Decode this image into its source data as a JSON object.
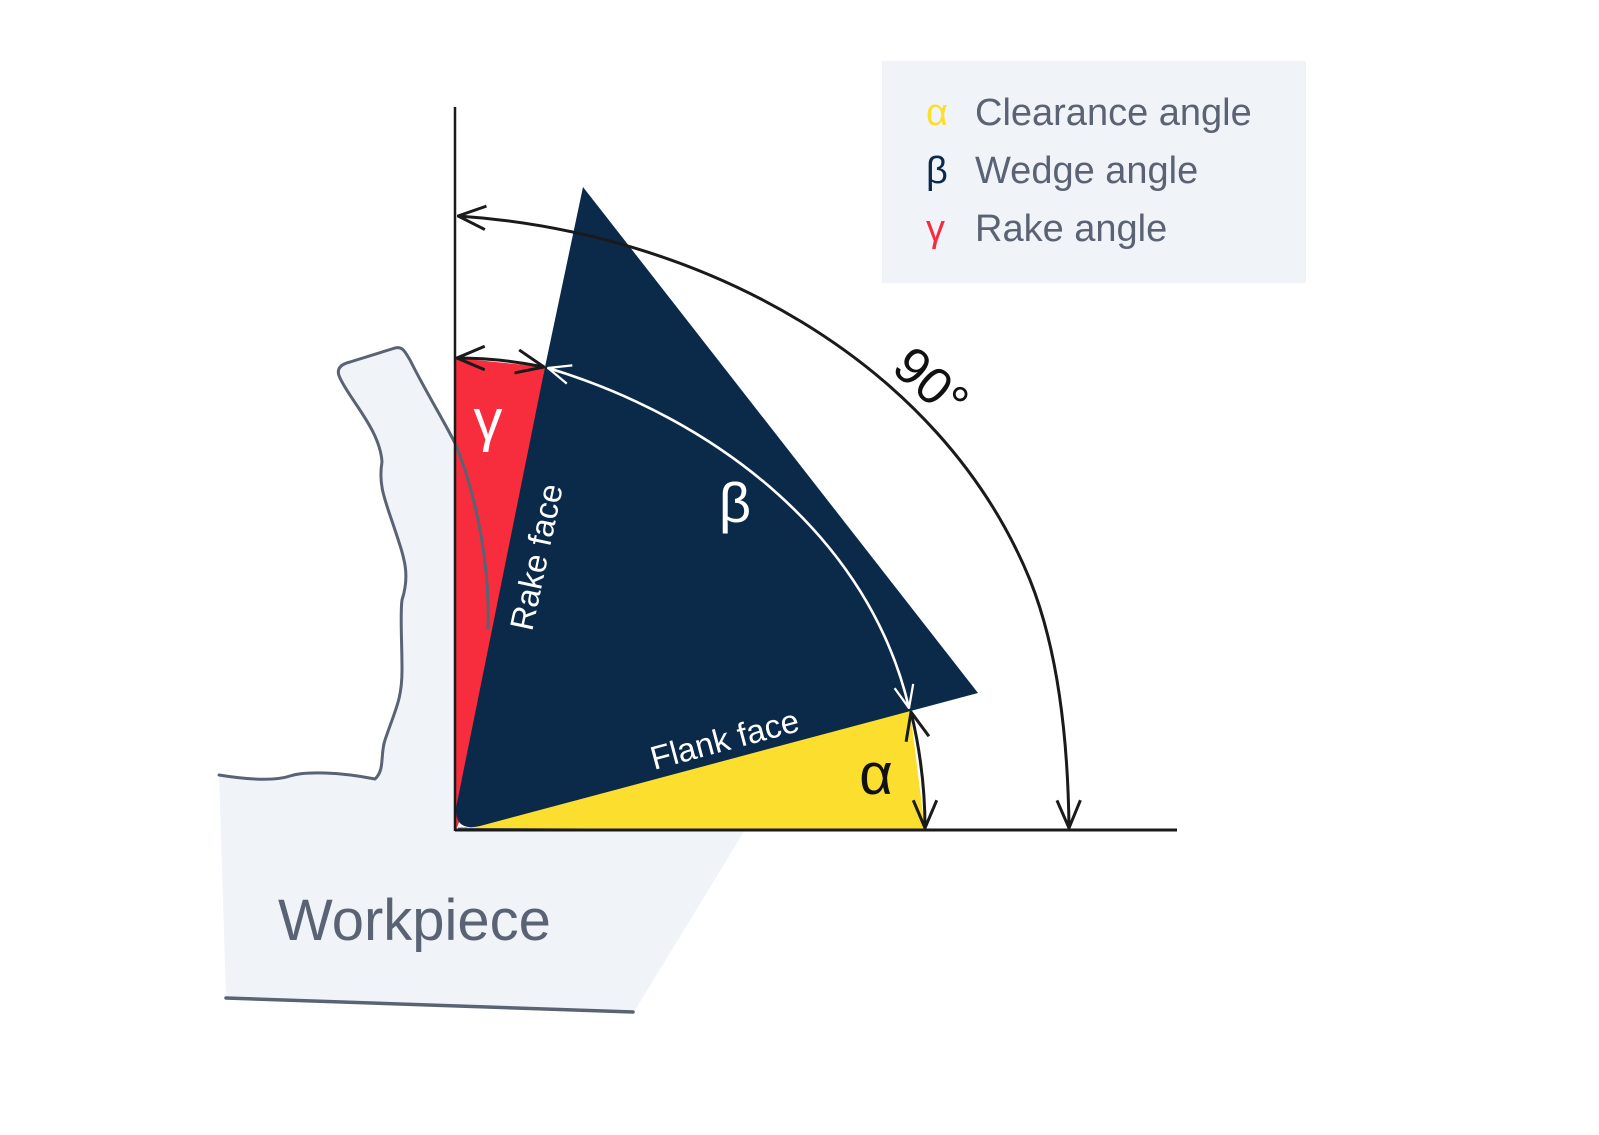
{
  "legend": {
    "items": [
      {
        "symbol": "α",
        "label": "Clearance angle",
        "color": "#fcdf2e"
      },
      {
        "symbol": "β",
        "label": "Wedge angle",
        "color": "#0b2a4a"
      },
      {
        "symbol": "γ",
        "label": "Rake angle",
        "color": "#f72c3c"
      }
    ],
    "background": "#f0f4f8",
    "text_color": "#5a6374"
  },
  "diagram": {
    "gamma_symbol": "γ",
    "beta_symbol": "β",
    "alpha_symbol": "α",
    "right_angle_label": "90°",
    "rake_face_label": "Rake face",
    "flank_face_label": "Flank face",
    "workpiece_label": "Workpiece",
    "colors": {
      "tool": "#0b2a4a",
      "rake": "#f72c3c",
      "clearance": "#fcdf2e",
      "workpiece": "#f0f4f8",
      "outline": "#5a6374",
      "axis": "#1a1a1a"
    }
  }
}
